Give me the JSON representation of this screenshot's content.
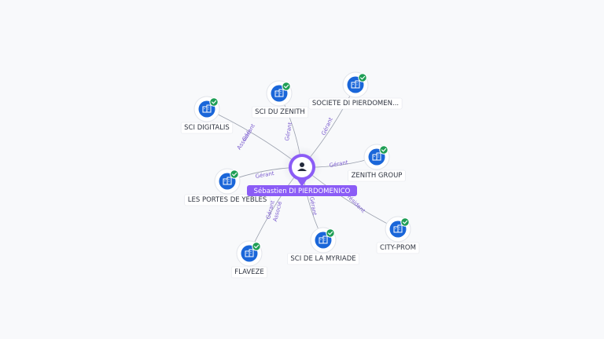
{
  "center": {
    "label": "Sébastien DI PIERDOMENICO",
    "icon": "person-icon",
    "color": "#8b5cf6"
  },
  "colors": {
    "company_node": "#1a66d9",
    "check_badge": "#1e9e55",
    "edge": "#9aa0ad",
    "edge_label": "#7b5ccf"
  },
  "companies": [
    {
      "label": "SCI DIGITALIS",
      "relations": [
        "Gérant",
        "Associé"
      ]
    },
    {
      "label": "SCI DU ZENITH",
      "relations": [
        "Gérant"
      ]
    },
    {
      "label": "SOCIETE DI PIERDOMEN...",
      "relations": [
        "Gérant"
      ]
    },
    {
      "label": "ZENITH GROUP",
      "relations": [
        "Gérant"
      ]
    },
    {
      "label": "LES PORTES DE YEBLES",
      "relations": [
        "Gérant"
      ]
    },
    {
      "label": "CITY-PROM",
      "relations": [
        "Président"
      ]
    },
    {
      "label": "SCI DE LA MYRIADE",
      "relations": [
        "Gérant"
      ]
    },
    {
      "label": "FLAVEZE",
      "relations": [
        "Gérant",
        "Associé"
      ]
    }
  ]
}
